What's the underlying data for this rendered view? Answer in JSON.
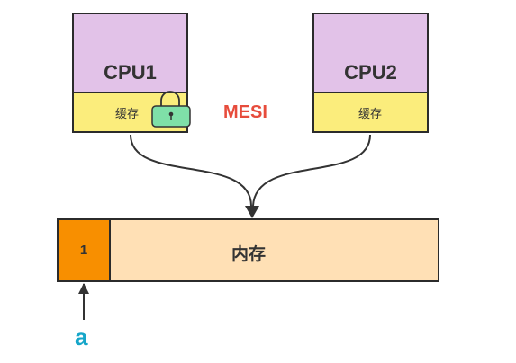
{
  "diagram": {
    "cpu1": {
      "name": "CPU1",
      "cache_label": "缓存"
    },
    "cpu2": {
      "name": "CPU2",
      "cache_label": "缓存"
    },
    "protocol_label": "MESI",
    "memory": {
      "label": "内存",
      "slot_value": "1"
    },
    "variable_label": "a",
    "icons": [
      "lock-icon"
    ],
    "colors": {
      "cpu_fill": "#e2c2e8",
      "cache_fill": "#fbed7c",
      "memory_fill": "#ffe0b5",
      "slot_fill": "#f88f00",
      "lock_fill": "#7fe0a8",
      "protocol_text": "#e74c3c",
      "variable_text": "#16a6c9"
    }
  }
}
